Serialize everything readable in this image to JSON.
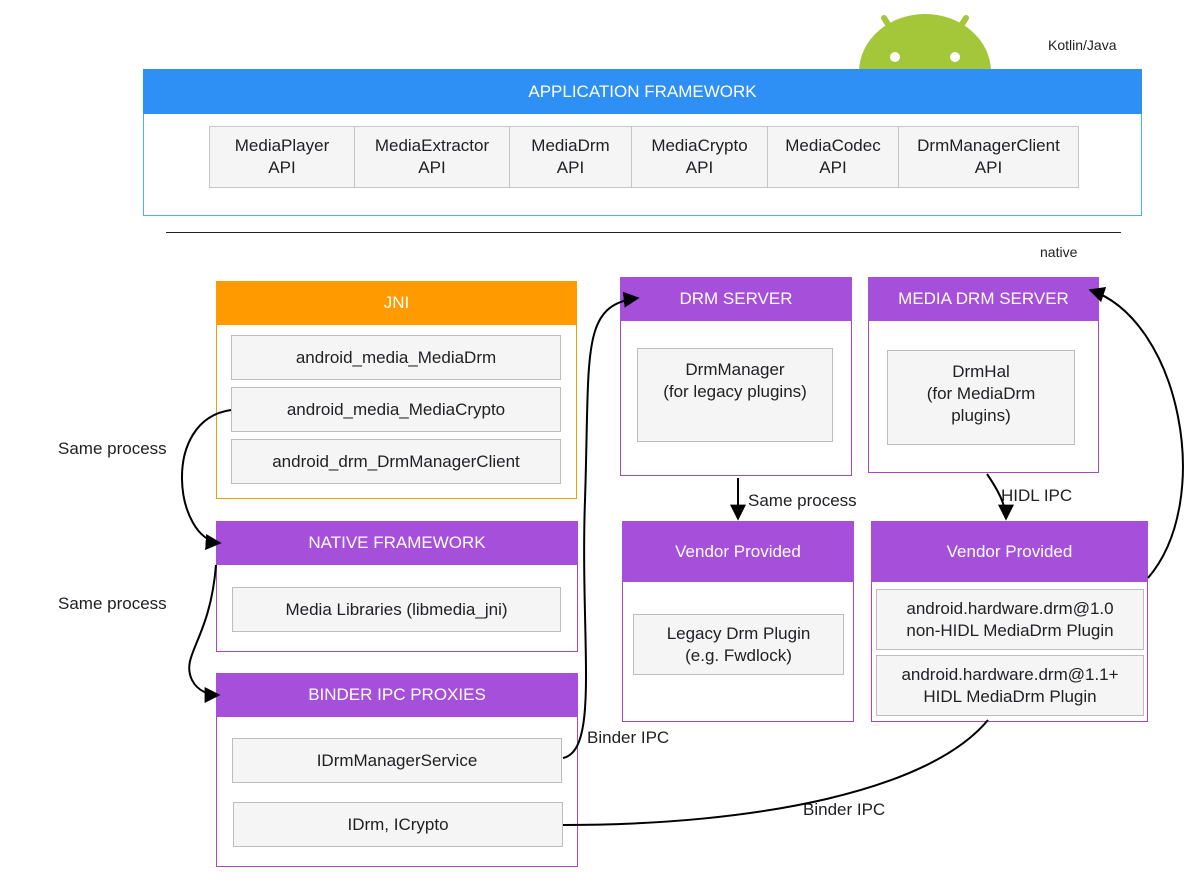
{
  "labels": {
    "kotlin_java": "Kotlin/Java",
    "native": "native",
    "same_process_1": "Same process",
    "same_process_2": "Same process",
    "same_process_3": "Same process",
    "hidl_ipc": "HIDL IPC",
    "binder_ipc_1": "Binder IPC",
    "binder_ipc_2": "Binder IPC"
  },
  "app_framework": {
    "title": "APPLICATION FRAMEWORK",
    "apis": [
      "MediaPlayer\nAPI",
      "MediaExtractor\nAPI",
      "MediaDrm\nAPI",
      "MediaCrypto\nAPI",
      "MediaCodec\nAPI",
      "DrmManagerClient\nAPI"
    ]
  },
  "jni": {
    "title": "JNI",
    "items": [
      "android_media_MediaDrm",
      "android_media_MediaCrypto",
      "android_drm_DrmManagerClient"
    ]
  },
  "native_framework": {
    "title": "NATIVE FRAMEWORK",
    "items": [
      "Media Libraries (libmedia_jni)"
    ]
  },
  "binder_proxies": {
    "title": "BINDER IPC PROXIES",
    "items": [
      "IDrmManagerService",
      "IDrm, ICrypto"
    ]
  },
  "drm_server": {
    "title": "DRM SERVER",
    "items": [
      "DrmManager\n(for legacy plugins)"
    ]
  },
  "media_drm_server": {
    "title": "MEDIA DRM SERVER",
    "items": [
      "DrmHal\n(for MediaDrm\nplugins)"
    ]
  },
  "vendor_left": {
    "title": "Vendor Provided",
    "items": [
      "Legacy Drm Plugin\n(e.g. Fwdlock)"
    ]
  },
  "vendor_right": {
    "title": "Vendor Provided",
    "items": [
      "android.hardware.drm@1.0\nnon-HIDL MediaDrm Plugin",
      "android.hardware.drm@1.1+\nHIDL MediaDrm Plugin"
    ]
  },
  "colors": {
    "app_header": "#2e8ff5",
    "jni_header": "#ff9b00",
    "purple_header": "#a64fdb",
    "android_logo": "#a4c639"
  },
  "icons": [
    "android-robot-icon"
  ]
}
